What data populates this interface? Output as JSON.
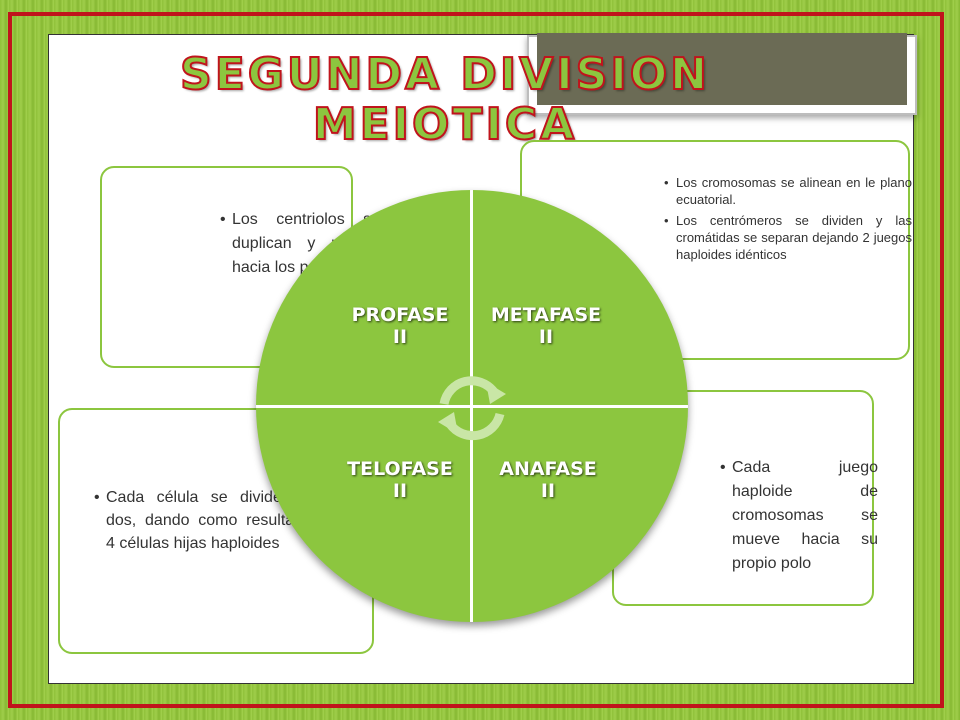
{
  "title": {
    "line1": "SEGUNDA DIVISION",
    "line2": "MEIOTICA"
  },
  "phases": [
    {
      "name_line1": "PROFASE",
      "name_line2": "II"
    },
    {
      "name_line1": "METAFASE",
      "name_line2": "II"
    },
    {
      "name_line1": "ANAFASE",
      "name_line2": "II"
    },
    {
      "name_line1": "TELOFASE",
      "name_line2": "II"
    }
  ],
  "descriptions": {
    "profase": [
      "Los centriolos se duplican y migran hacia los polos"
    ],
    "metafase": [
      "Los cromosomas se alinean en le plano ecuatorial.",
      "Los centrómeros se dividen y las cromátidas se separan dejando 2 juegos haploides idénticos"
    ],
    "anafase": [
      "Cada juego haploide de cromosomas se mueve hacia su propio polo"
    ],
    "telofase": [
      "Cada célula se divide en dos, dando como resultado 4 células hijas haploides"
    ]
  },
  "colors": {
    "accent_green": "#8cc63f",
    "frame_red": "#c0141c",
    "cycle_arrow": "#c9e6a6"
  },
  "icons": {
    "center": "cycle-arrows-icon"
  }
}
